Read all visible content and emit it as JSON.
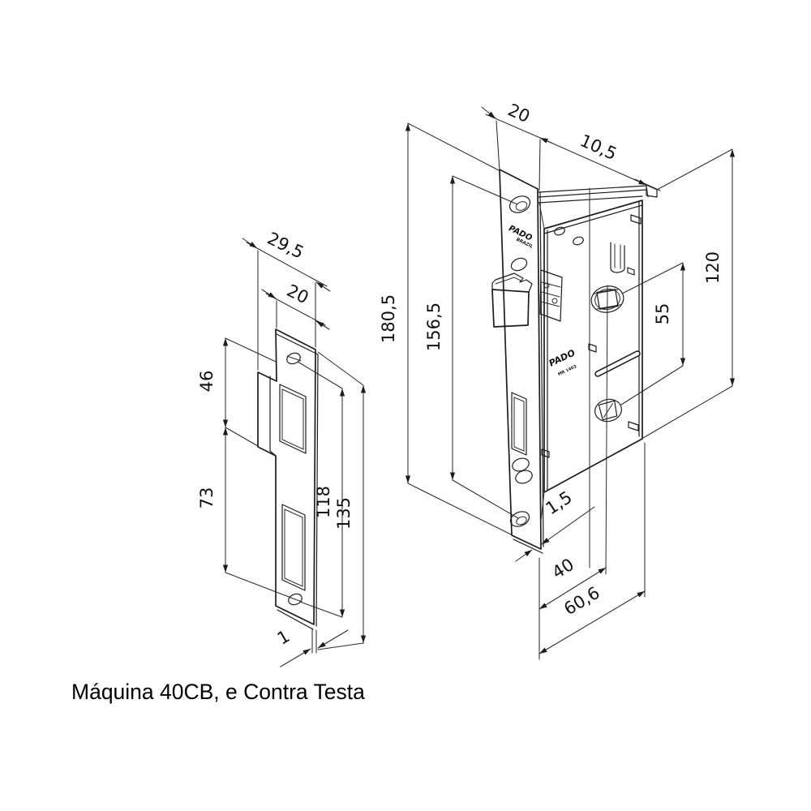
{
  "drawing": {
    "caption": "Máquina 40CB, e Contra Testa",
    "line_color": "#1c1c1c",
    "background": "#ffffff",
    "strike_plate": {
      "label": "Contra Testa",
      "dims": {
        "width_total": "29,5",
        "width_plate": "20",
        "top_section": "46",
        "mid_section": "73",
        "hole_span": "118",
        "height_total": "135",
        "thickness": "1"
      }
    },
    "lock_body": {
      "label": "Máquina 40CB",
      "faceplate": {
        "logo": "PADO",
        "logo_sub": "BRAZIL",
        "dims": {
          "width": "20",
          "height": "180,5",
          "hole_span": "156,5",
          "thickness": "1,5"
        }
      },
      "case": {
        "logo": "PADO",
        "logo_sub": "MR 1403",
        "dims": {
          "top_offset": "10,5",
          "height": "120",
          "hub_span": "55",
          "backset": "40",
          "depth": "60,6"
        }
      }
    }
  }
}
